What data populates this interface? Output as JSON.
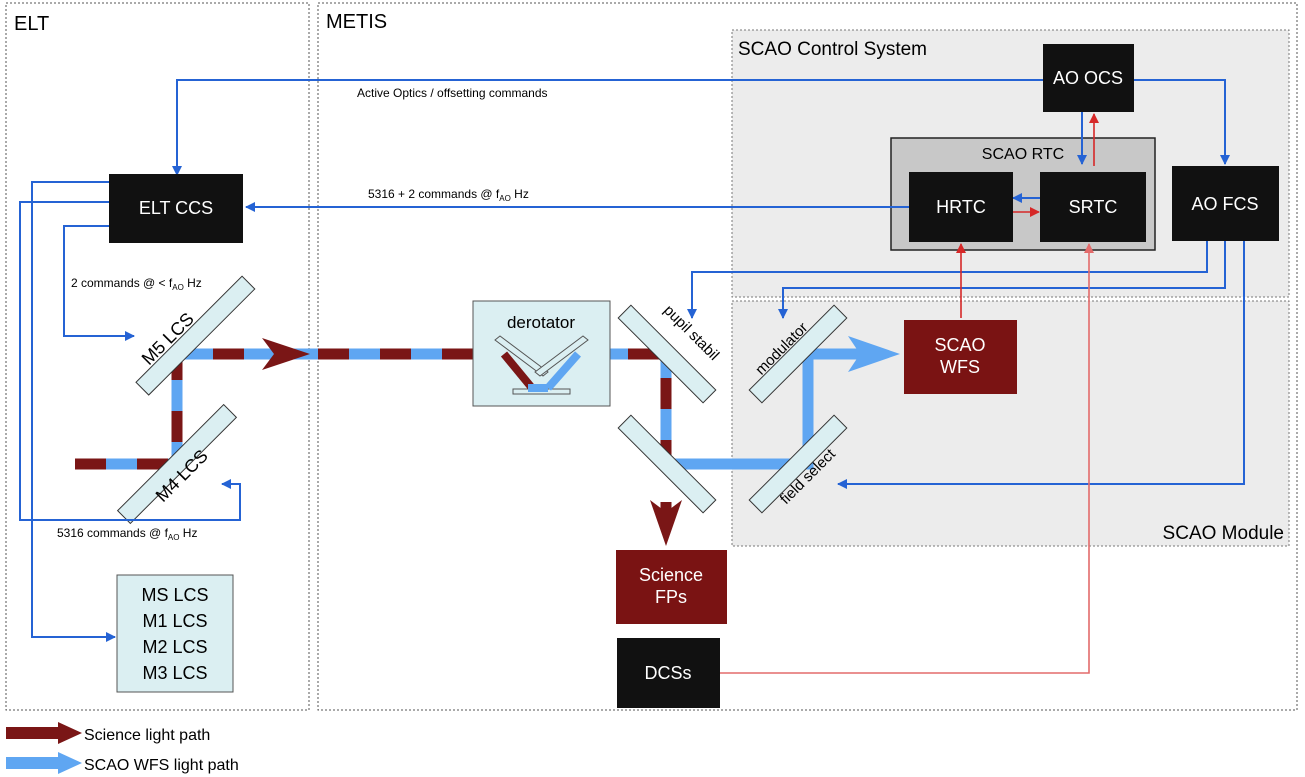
{
  "colors": {
    "science_path": "#7a1616",
    "wfs_path": "#5fa6f2",
    "blue_line": "#2563d4",
    "red_line": "#d62828",
    "pink_line": "#e36b6b",
    "black_box": "#111111",
    "dark_red_box": "#7a1313",
    "light_blue_box": "#dbeff2",
    "grey_panel": "#ececec",
    "rtc_panel": "#c8c8c8"
  },
  "regions": {
    "elt": "ELT",
    "metis": "METIS",
    "scao_cs": "SCAO Control System",
    "scao_module": "SCAO Module",
    "scao_rtc": "SCAO RTC"
  },
  "boxes": {
    "ao_ocs": "AO OCS",
    "hrtc": "HRTC",
    "srtc": "SRTC",
    "ao_fcs": "AO FCS",
    "elt_ccs": "ELT CCS",
    "scao_wfs_1": "SCAO",
    "scao_wfs_2": "WFS",
    "science_fps_1": "Science",
    "science_fps_2": "FPs",
    "dcss": "DCSs",
    "derotator": "derotator",
    "lcs_list": [
      "MS LCS",
      "M1 LCS",
      "M2 LCS",
      "M3 LCS"
    ]
  },
  "mirrors": {
    "m5": "M5 LCS",
    "m4": "M4 LCS",
    "pupil": "pupil stabil",
    "modulator": "modulator",
    "field": "field select"
  },
  "labels": {
    "active_optics": "Active Optics / offsetting commands",
    "cmd_5316_2_pre": "5316 + 2 commands @ f",
    "cmd_5316_2_sub": "AO",
    "cmd_5316_2_post": " Hz",
    "cmd_2_pre": "2 commands @ < f",
    "cmd_2_sub": "AO",
    "cmd_2_post": " Hz",
    "cmd_5316_pre": "5316 commands @ f",
    "cmd_5316_sub": "AO",
    "cmd_5316_post": " Hz"
  },
  "legend": {
    "science": "Science light path",
    "wfs": "SCAO WFS light path"
  }
}
